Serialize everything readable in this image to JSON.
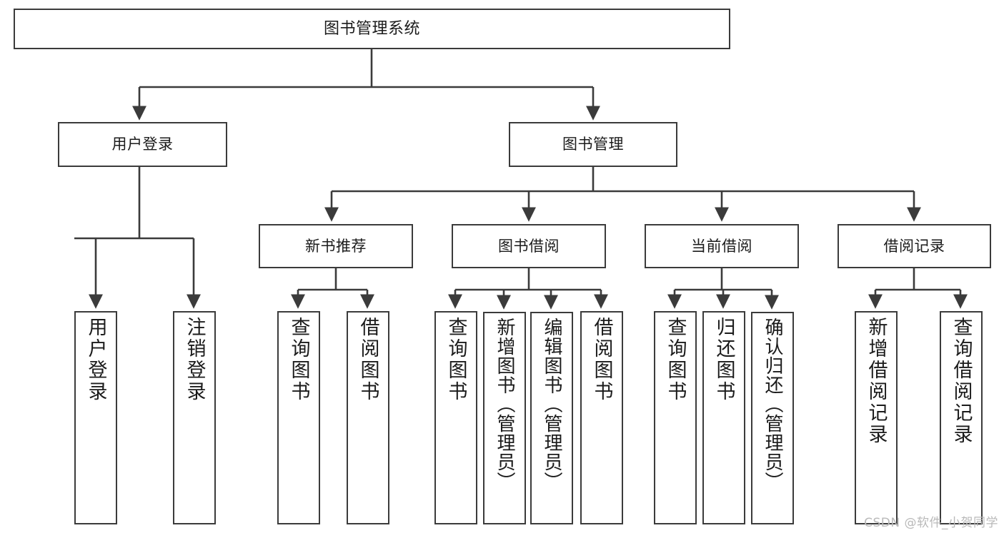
{
  "diagram": {
    "type": "tree",
    "title": "图书管理系统",
    "orientation": "top-down",
    "colors": {
      "box_border": "#3b3b3b",
      "box_fill": "#ffffff",
      "edge": "#3b3b3b",
      "text": "#1b1b1b",
      "watermark": "#b9b9b9",
      "background": "#ffffff"
    }
  },
  "root": {
    "label": "图书管理系统"
  },
  "level1": [
    {
      "label": "用户登录"
    },
    {
      "label": "图书管理"
    }
  ],
  "level2": [
    {
      "label": "新书推荐"
    },
    {
      "label": "图书借阅"
    },
    {
      "label": "当前借阅"
    },
    {
      "label": "借阅记录"
    }
  ],
  "leaves": {
    "user_login": [
      {
        "label": "用户登录"
      },
      {
        "label": "注销登录"
      }
    ],
    "new_book": [
      {
        "label": "查询图书"
      },
      {
        "label": "借阅图书"
      }
    ],
    "borrow_book": [
      {
        "label": "查询图书"
      },
      {
        "label": "新增图书（管理员）"
      },
      {
        "label": "编辑图书（管理员）"
      },
      {
        "label": "借阅图书"
      }
    ],
    "current_borrow": [
      {
        "label": "查询图书"
      },
      {
        "label": "归还图书"
      },
      {
        "label": "确认归还（管理员）"
      }
    ],
    "borrow_record": [
      {
        "label": "新增借阅记录"
      },
      {
        "label": "查询借阅记录"
      }
    ]
  },
  "watermark": {
    "text": "CSDN @软件_小贺同学"
  }
}
